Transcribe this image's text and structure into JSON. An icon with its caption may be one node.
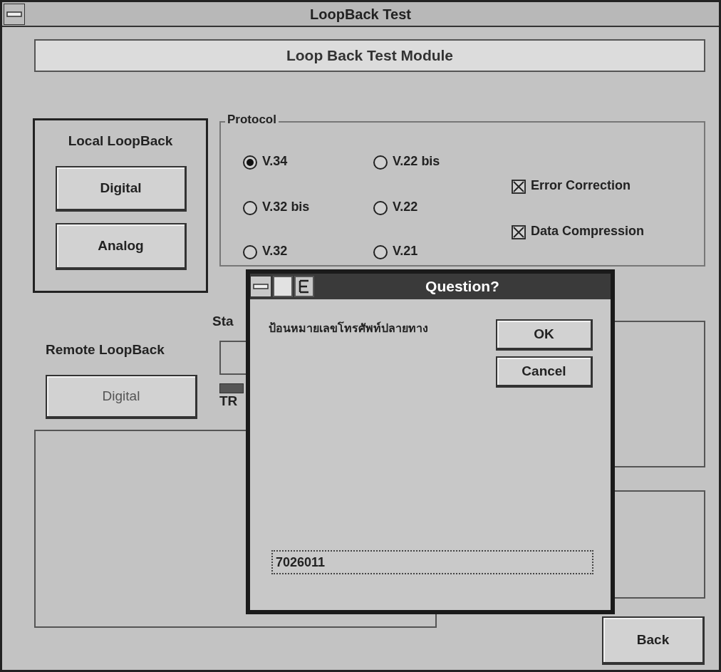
{
  "diagram": {
    "nodes": [
      {
        "text": [
          "LoopBack Test"
        ]
      },
      {
        "text": [
          "Loop Back Test Module"
        ],
        "in": 0
      },
      {
        "text": [
          "Local LoopBack"
        ],
        "in": 0
      },
      {
        "text": [
          "Digital"
        ],
        "in": 2
      },
      {
        "text": [
          "Analog"
        ],
        "in": 2
      },
      {
        "text": [
          "Protocol"
        ],
        "in": 0
      },
      {
        "text": [
          "Digital"
        ],
        "in": 0
      },
      {
        "text": [],
        "shape": "box",
        "in": 0
      },
      {
        "text": [],
        "shape": "box",
        "in": 0
      },
      {
        "text": [],
        "shape": "box",
        "in": 0
      },
      {
        "text": [],
        "shape": "box",
        "in": 0
      },
      {
        "text": [
          "Question?",
          "ป้อนหมายเลขโทรศัพท์ปลายทาง"
        ],
        "in": 0
      },
      {
        "text": [
          "OK"
        ],
        "in": 11
      },
      {
        "text": [
          "Cancel"
        ],
        "in": 11
      },
      {
        "text": [
          "7026011"
        ],
        "in": 11
      },
      {
        "text": [
          "Back"
        ],
        "in": 0
      }
    ],
    "edges": [],
    "labels": [
      "V.34",
      "V.22 bis",
      "Error Correction",
      "V.32 bis",
      "V.22",
      "Data Compression",
      "V.32",
      "V.21",
      "Sta",
      "Remote LoopBack",
      "TR"
    ]
  }
}
